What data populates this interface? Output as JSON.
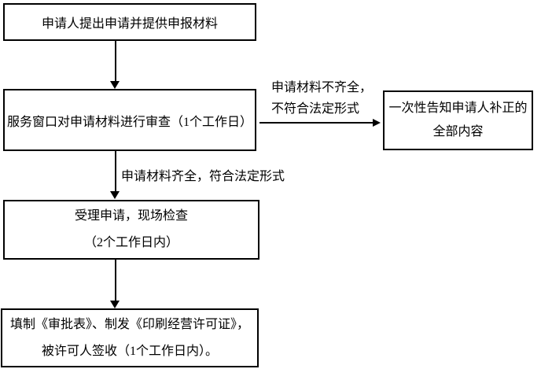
{
  "flowchart": {
    "background_color": "#ffffff",
    "line_color": "#000000",
    "text_color": "#000000",
    "nodes": {
      "start": {
        "line1": "申请人提出申请并提供申报材料"
      },
      "review": {
        "line1": "服务窗口对申请材料进行审查（1个工作日）"
      },
      "accept": {
        "line1": "受理申请，现场检查",
        "line2": "（2个工作日内）"
      },
      "issue": {
        "line1": "填制《审批表》、制发《印刷经营许可证》，",
        "line2": "被许可人签收（1个工作日内）。"
      },
      "notify": {
        "line1": "一次性告知申请人补正的",
        "line2": "全部内容"
      }
    },
    "edge_labels": {
      "incomplete": {
        "line1": "申请材料不齐全，",
        "line2": "不符合法定形式"
      },
      "complete": {
        "line1": "申请材料齐全，符合法定形式"
      }
    }
  }
}
